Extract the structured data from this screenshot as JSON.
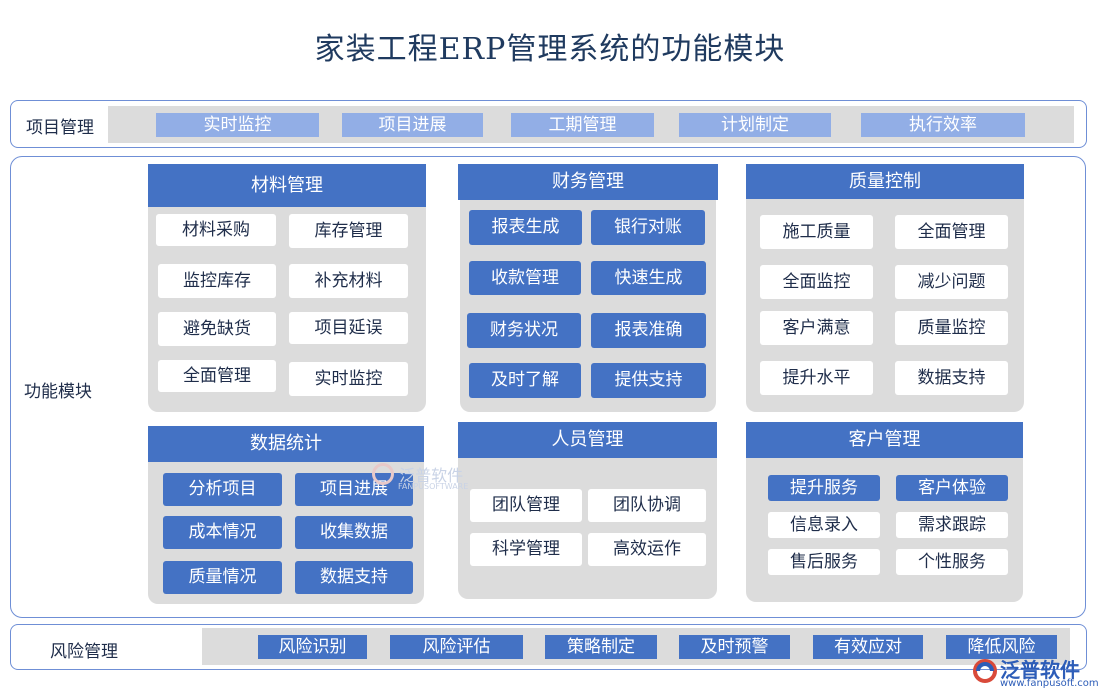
{
  "title": "家装工程ERP管理系统的功能模块",
  "project_management": {
    "label": "项目管理",
    "items": [
      "实时监控",
      "项目进展",
      "工期管理",
      "计划制定",
      "执行效率"
    ]
  },
  "function_modules": {
    "label": "功能模块",
    "panels": {
      "materials": {
        "title": "材料管理",
        "items": [
          "材料采购",
          "库存管理",
          "监控库存",
          "补充材料",
          "避免缺货",
          "项目延误",
          "全面管理",
          "实时监控"
        ]
      },
      "finance": {
        "title": "财务管理",
        "items": [
          "报表生成",
          "银行对账",
          "收款管理",
          "快速生成",
          "财务状况",
          "报表准确",
          "及时了解",
          "提供支持"
        ]
      },
      "quality": {
        "title": "质量控制",
        "items": [
          "施工质量",
          "全面管理",
          "全面监控",
          "减少问题",
          "客户满意",
          "质量监控",
          "提升水平",
          "数据支持"
        ]
      },
      "statistics": {
        "title": "数据统计",
        "items": [
          "分析项目",
          "项目进展",
          "成本情况",
          "收集数据",
          "质量情况",
          "数据支持"
        ]
      },
      "personnel": {
        "title": "人员管理",
        "items": [
          "团队管理",
          "团队协调",
          "科学管理",
          "高效运作"
        ]
      },
      "customer": {
        "title": "客户管理",
        "items": [
          "提升服务",
          "客户体验",
          "信息录入",
          "需求跟踪",
          "售后服务",
          "个性服务"
        ]
      }
    }
  },
  "risk_management": {
    "label": "风险管理",
    "items": [
      "风险识别",
      "风险评估",
      "策略制定",
      "及时预警",
      "有效应对",
      "降低风险"
    ]
  },
  "watermark": {
    "name": "泛普软件",
    "sub": "FANPUSOFTWARE"
  },
  "logo": {
    "name": "泛普软件",
    "url": "www.fanpusoft.com"
  }
}
